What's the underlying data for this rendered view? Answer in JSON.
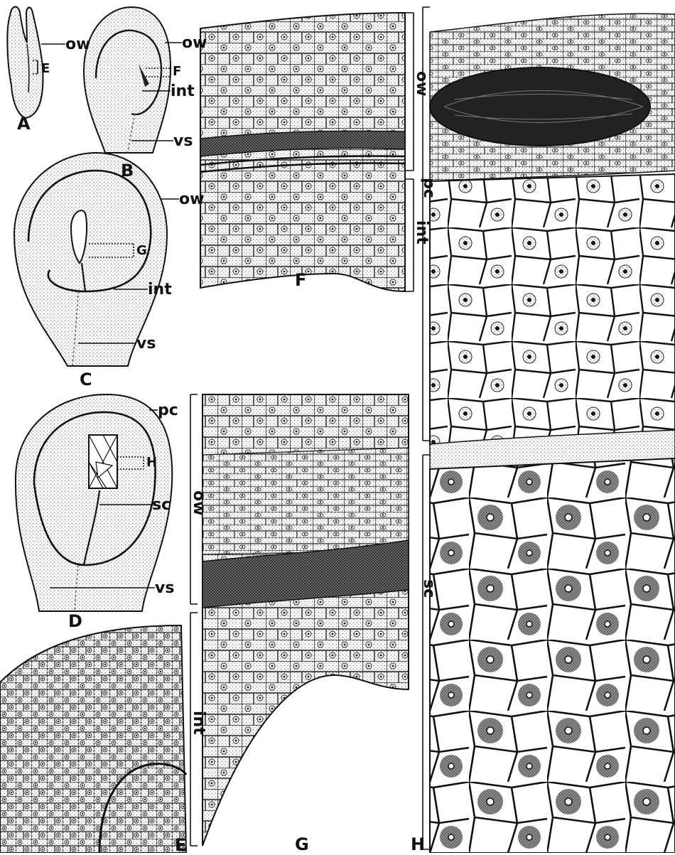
{
  "figure": {
    "panels": {
      "A": "A",
      "B": "B",
      "C": "C",
      "D": "D",
      "E": "E",
      "F": "F",
      "G": "G",
      "H": "H"
    },
    "labels": {
      "ow": "ow",
      "int": "int",
      "vs": "vs",
      "pc": "pc",
      "sc": "sc",
      "E": "E",
      "F": "F",
      "G": "G",
      "H": "H"
    },
    "colors": {
      "ink": "#111111",
      "stipple": "#bdbdbd",
      "dark_stipple": "#555555",
      "paper": "#ffffff"
    }
  }
}
